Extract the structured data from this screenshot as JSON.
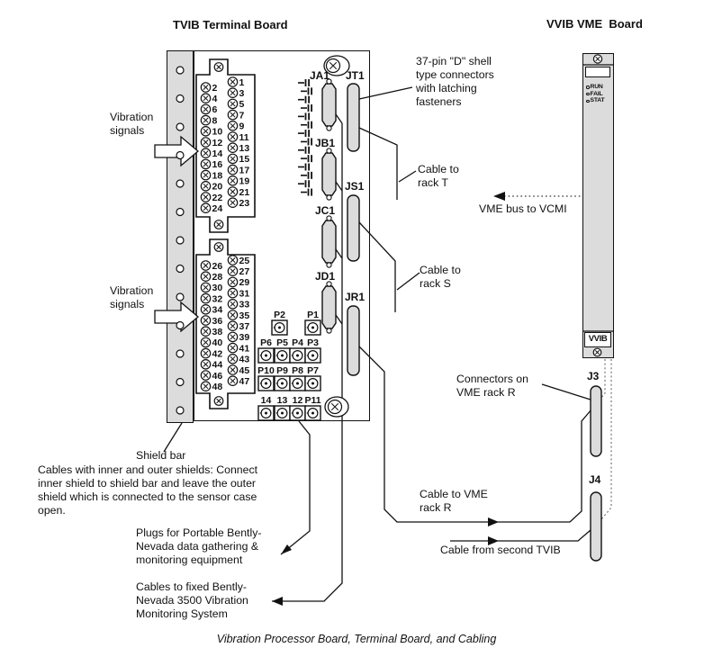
{
  "titles": {
    "tvib": "TVIB Terminal Board",
    "vvib": "VVIB VME  Board"
  },
  "caption": "Vibration Processor Board, Terminal Board, and Cabling",
  "annotations": {
    "vibration_1": "Vibration\nsignals",
    "vibration_2": "Vibration\nsignals",
    "dshell_note": "37-pin \"D\" shell\ntype connectors\nwith latching\nfasteners",
    "cable_rack_t": "Cable to\nrack T",
    "cable_rack_s": "Cable to\nrack S",
    "vme_bus": "VME bus to VCMI",
    "connectors_vme": "Connectors on\nVME rack R",
    "cable_vme_r": "Cable to VME\nrack R",
    "cable_second_tvib": "Cable from second TVIB",
    "shield_bar": "Shield bar",
    "shield_note": "Cables with inner and outer shields: Connect\ninner shield to shield bar and leave the outer\nshield which is connected to the sensor case\nopen.",
    "plugs_note": "Plugs for Portable Bently-\nNevada data gathering &\nmonitoring equipment",
    "fixed_note": "Cables to fixed Bently-\nNevada 3500 Vibration\nMonitoring System"
  },
  "terminal_blocks": [
    {
      "rows": [
        [
          2,
          1
        ],
        [
          4,
          3
        ],
        [
          6,
          5
        ],
        [
          8,
          7
        ],
        [
          10,
          9
        ],
        [
          12,
          11
        ],
        [
          14,
          13
        ],
        [
          16,
          15
        ],
        [
          18,
          17
        ],
        [
          20,
          19
        ],
        [
          22,
          21
        ],
        [
          24,
          23
        ]
      ]
    },
    {
      "rows": [
        [
          26,
          25
        ],
        [
          28,
          27
        ],
        [
          30,
          29
        ],
        [
          32,
          31
        ],
        [
          34,
          33
        ],
        [
          36,
          35
        ],
        [
          38,
          37
        ],
        [
          40,
          39
        ],
        [
          42,
          41
        ],
        [
          44,
          43
        ],
        [
          46,
          45
        ],
        [
          48,
          47
        ]
      ]
    }
  ],
  "connectors": {
    "dshell": [
      "JA1",
      "JB1",
      "JC1",
      "JD1"
    ],
    "edge": [
      "JT1",
      "JS1",
      "JR1"
    ],
    "vme_rack": [
      "J3",
      "J4"
    ]
  },
  "plugs": {
    "top": [
      "P2",
      "P1"
    ],
    "rows": [
      [
        "P6",
        "P5",
        "P4",
        "P3"
      ],
      [
        "P10",
        "P9",
        "P8",
        "P7"
      ],
      [
        "14",
        "13",
        "12",
        "P11"
      ]
    ]
  },
  "vvib_board": {
    "leds": [
      "RUN",
      "FAIL",
      "STAT"
    ],
    "label": "VVIB"
  },
  "shield_bar": {
    "hole_count": 13
  },
  "wire_marks": {
    "count": 14
  },
  "colors": {
    "board_fill": "#dcdcdc",
    "line": "#111111",
    "background": "#ffffff"
  }
}
